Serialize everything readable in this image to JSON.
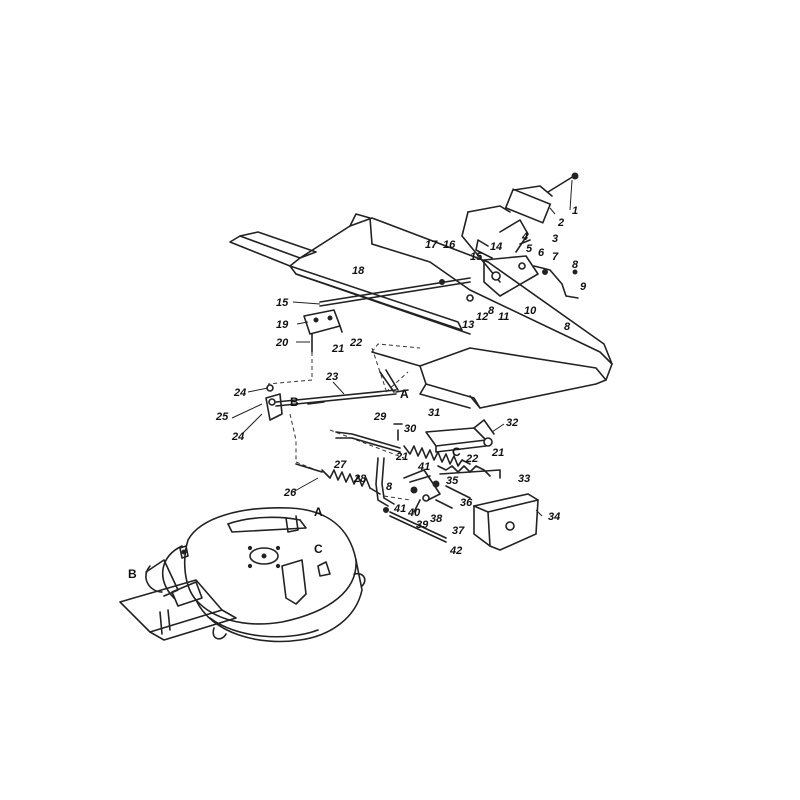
{
  "callouts": [
    {
      "id": "c1",
      "text": "1"
    },
    {
      "id": "c2",
      "text": "2"
    },
    {
      "id": "c3",
      "text": "3"
    },
    {
      "id": "c4",
      "text": "4"
    },
    {
      "id": "c5",
      "text": "5"
    },
    {
      "id": "c6",
      "text": "6"
    },
    {
      "id": "c7",
      "text": "7"
    },
    {
      "id": "c8a",
      "text": "8"
    },
    {
      "id": "c9",
      "text": "9"
    },
    {
      "id": "c8b",
      "text": "8"
    },
    {
      "id": "c10",
      "text": "10"
    },
    {
      "id": "c11",
      "text": "11"
    },
    {
      "id": "c8c",
      "text": "8"
    },
    {
      "id": "c12",
      "text": "12"
    },
    {
      "id": "c13",
      "text": "13"
    },
    {
      "id": "c14",
      "text": "14"
    },
    {
      "id": "c15a",
      "text": "15"
    },
    {
      "id": "c16",
      "text": "16"
    },
    {
      "id": "c17",
      "text": "17"
    },
    {
      "id": "c18",
      "text": "18"
    },
    {
      "id": "c15b",
      "text": "15"
    },
    {
      "id": "c19",
      "text": "19"
    },
    {
      "id": "c20",
      "text": "20"
    },
    {
      "id": "c21a",
      "text": "21"
    },
    {
      "id": "c22a",
      "text": "22"
    },
    {
      "id": "c23",
      "text": "23"
    },
    {
      "id": "c24a",
      "text": "24"
    },
    {
      "id": "c25",
      "text": "25"
    },
    {
      "id": "c24b",
      "text": "24"
    },
    {
      "id": "cB1",
      "text": "B"
    },
    {
      "id": "cA1",
      "text": "A"
    },
    {
      "id": "c29",
      "text": "29"
    },
    {
      "id": "c30",
      "text": "30"
    },
    {
      "id": "c31",
      "text": "31"
    },
    {
      "id": "c32",
      "text": "32"
    },
    {
      "id": "cC1",
      "text": "C"
    },
    {
      "id": "c22b",
      "text": "22"
    },
    {
      "id": "c21b",
      "text": "21"
    },
    {
      "id": "c21c",
      "text": "21"
    },
    {
      "id": "c27",
      "text": "27"
    },
    {
      "id": "c28",
      "text": "28"
    },
    {
      "id": "c41a",
      "text": "41"
    },
    {
      "id": "c33",
      "text": "33"
    },
    {
      "id": "c8d",
      "text": "8"
    },
    {
      "id": "c35",
      "text": "35"
    },
    {
      "id": "c26",
      "text": "26"
    },
    {
      "id": "c36",
      "text": "36"
    },
    {
      "id": "c41b",
      "text": "41"
    },
    {
      "id": "c40",
      "text": "40"
    },
    {
      "id": "c39",
      "text": "39"
    },
    {
      "id": "c38",
      "text": "38"
    },
    {
      "id": "c37",
      "text": "37"
    },
    {
      "id": "c34",
      "text": "34"
    },
    {
      "id": "cA2",
      "text": "A"
    },
    {
      "id": "c42",
      "text": "42"
    },
    {
      "id": "cC2",
      "text": "C"
    },
    {
      "id": "cB2",
      "text": "B"
    }
  ]
}
